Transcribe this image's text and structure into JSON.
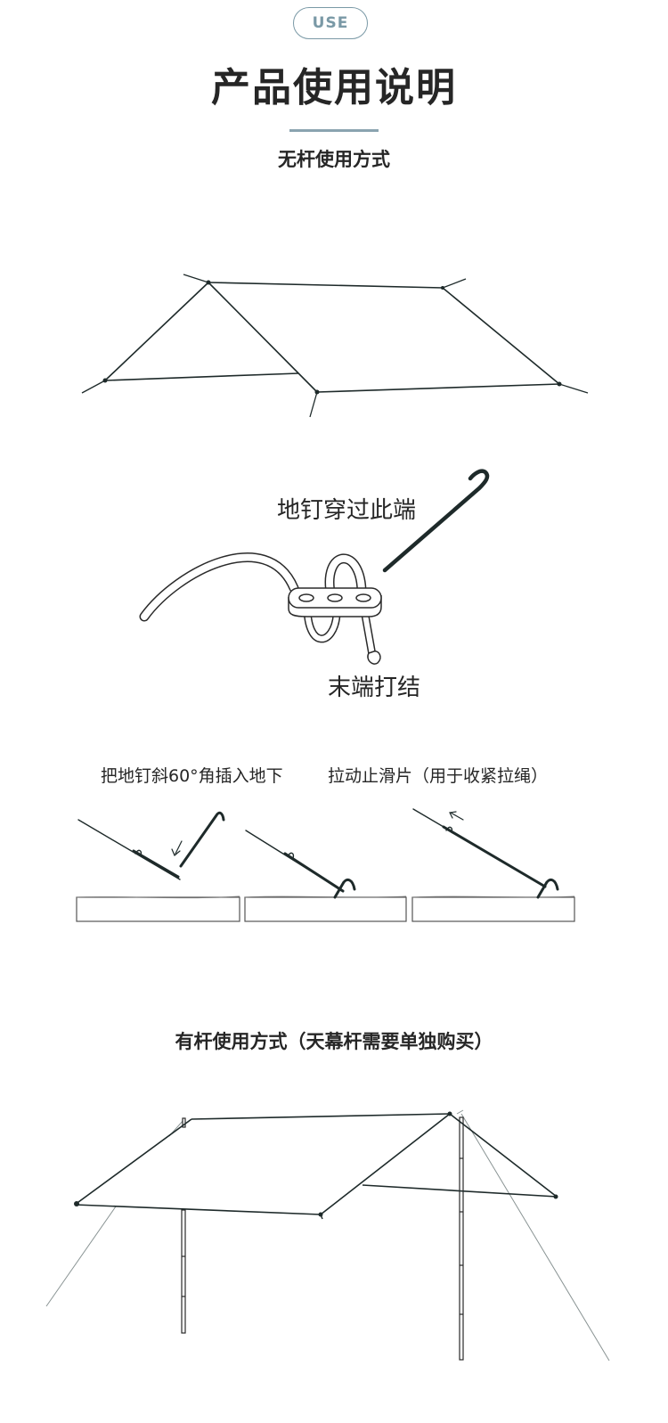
{
  "header": {
    "badge": "USE",
    "title": "产品使用说明"
  },
  "section_no_pole": {
    "heading": "无杆使用方式"
  },
  "stake_detail": {
    "stake_label": "地钉穿过此端",
    "knot_label": "末端打结"
  },
  "steps": {
    "step1_label": "把地钉斜60°角插入地下",
    "step2_label": "拉动止滑片（用于收紧拉绳）"
  },
  "section_with_pole": {
    "heading": "有杆使用方式（天幕杆需要单独购买）"
  },
  "colors": {
    "accent": "#7a99a6",
    "line": "#1e2a2a",
    "text": "#262626"
  }
}
